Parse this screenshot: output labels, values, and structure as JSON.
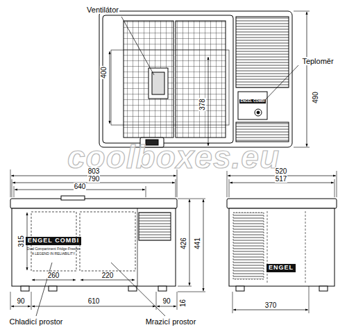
{
  "diagram": {
    "labels": [
      "Ventilátor",
      "Teploměr",
      "400",
      "378",
      "490",
      "coolboxes.eu",
      "803",
      "790",
      "640",
      "ENGEL COMBI",
      "Dual Compartment Fridge-Freezer",
      "A LEGEND IN RELIABILITY",
      "315",
      "426",
      "441",
      "260",
      "220",
      "90",
      "610",
      "90",
      "16",
      "Chladicí prostor",
      "Mrazicí prostor",
      "520",
      "517",
      "370",
      "ENGEL",
      "ENGEL COMBI"
    ]
  }
}
